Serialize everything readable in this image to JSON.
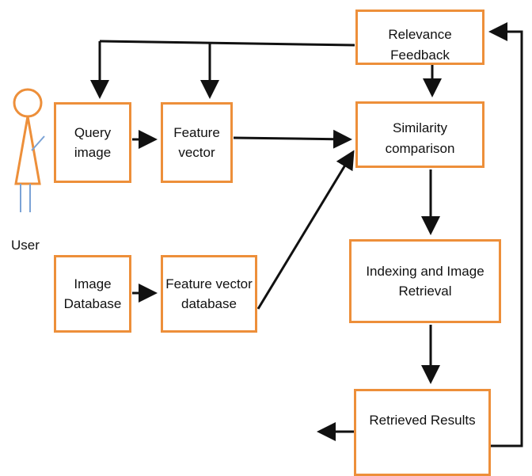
{
  "diagram": {
    "user_label": "User",
    "nodes": {
      "relevance_feedback": "Relevance Feedback",
      "query_image": "Query\nimage",
      "feature_vector": "Feature\nvector",
      "similarity_comparison": "Similarity comparison",
      "image_database": "Image\nDatabase",
      "feature_vector_database": "Feature vector\ndatabase",
      "indexing_retrieval": "Indexing and Image\nRetrieval",
      "retrieved_results": "Retrieved Results"
    }
  },
  "colors": {
    "box_border": "#ed8f3a",
    "arrow": "#111111",
    "user_head_stroke": "#ed8f3a",
    "user_legs": "#7ba3d6"
  }
}
